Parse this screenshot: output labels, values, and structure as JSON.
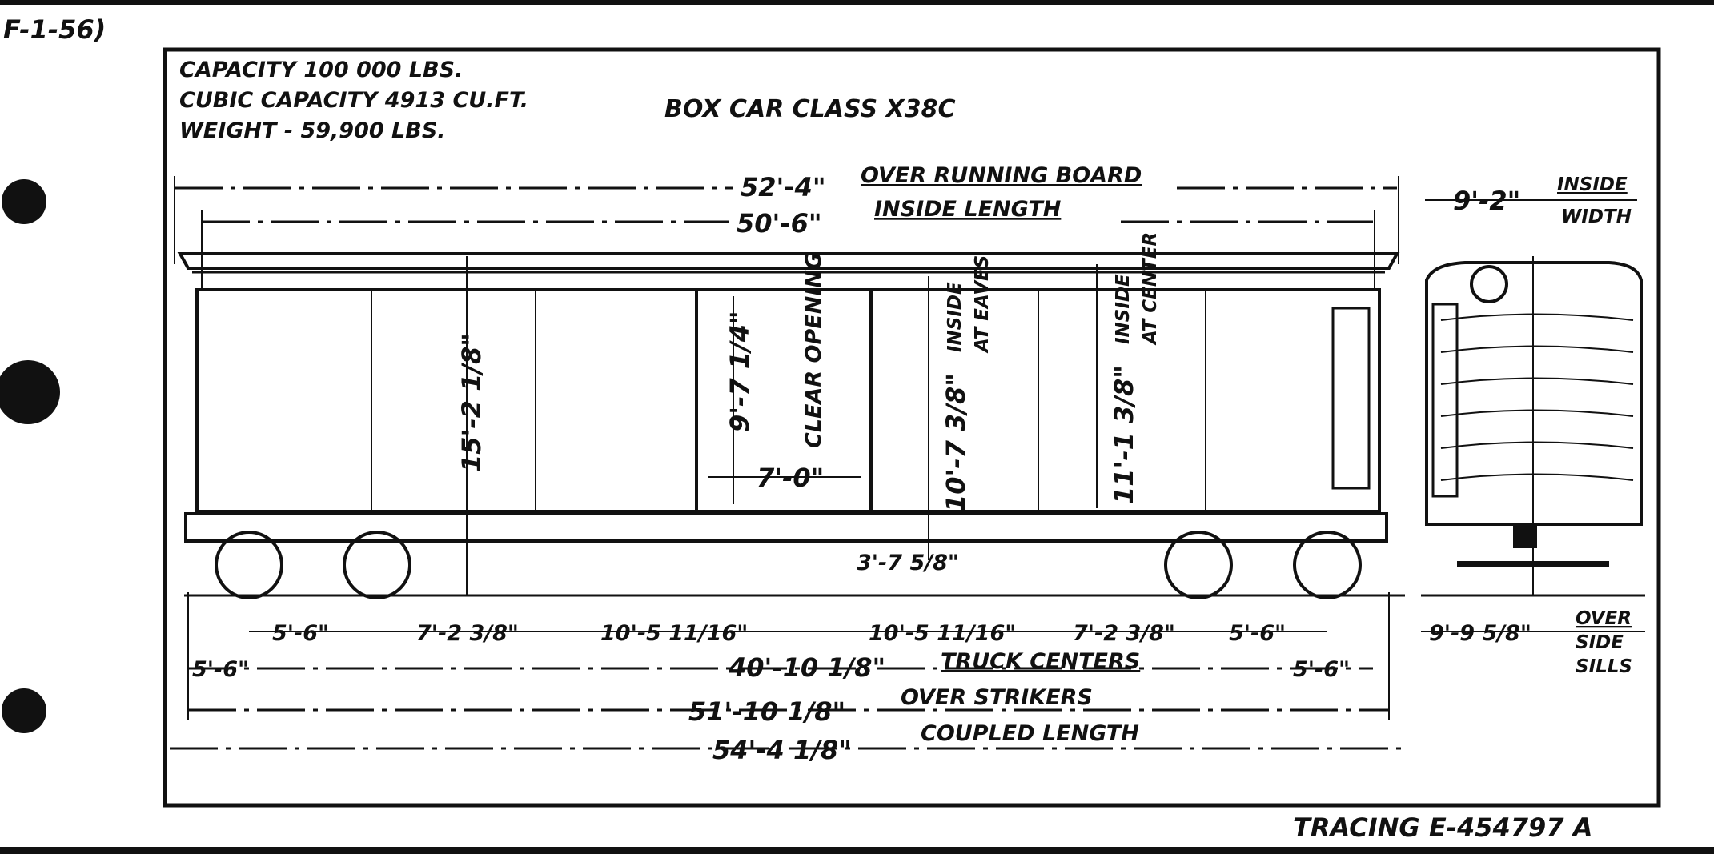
{
  "sheet_ref": "F-1-56)",
  "specs": {
    "capacity": "CAPACITY 100 000 LBS.",
    "cubic_capacity": "CUBIC CAPACITY 4913 CU.FT.",
    "weight": "WEIGHT - 59,900 LBS."
  },
  "title": "BOX CAR CLASS X38C",
  "side_view": {
    "over_running_board": {
      "value": "52'-4\"",
      "label": "OVER RUNNING BOARD"
    },
    "inside_length": {
      "value": "50'-6\"",
      "label": "INSIDE LENGTH"
    },
    "rail_to_roof": "15'-2 1/8\"",
    "door_height": "9'-7 1/4\"",
    "clear_opening": "CLEAR OPENING",
    "door_width": "7'-0\"",
    "inside_eaves": {
      "value": "10'-7 3/8\"",
      "label1": "INSIDE",
      "label2": "AT EAVES"
    },
    "inside_center": {
      "value": "11'-1 3/8\"",
      "label1": "INSIDE",
      "label2": "AT CENTER"
    },
    "floor_height": "3'-7 5/8\""
  },
  "segments": [
    "5'-6\"",
    "7'-2 3/8\"",
    "10'-5 11/16\"",
    "10'-5 11/16\"",
    "7'-2 3/8\"",
    "5'-6\""
  ],
  "truck_centers": {
    "left_overhang": "5'-6\"",
    "value": "40'-10 1/8\"",
    "label": "TRUCK CENTERS",
    "right_overhang": "5'-6\""
  },
  "over_strikers": {
    "value": "51'-10 1/8\"",
    "label": "OVER STRIKERS"
  },
  "coupled_length": {
    "value": "54'-4 1/8\"",
    "label": "COUPLED LENGTH"
  },
  "end_view": {
    "inside_width": {
      "value": "9'-2\"",
      "label1": "INSIDE",
      "label2": "WIDTH"
    },
    "over_side_sills": {
      "value": "9'-9 5/8\"",
      "label1": "OVER",
      "label2": "SIDE",
      "label3": "SILLS"
    }
  },
  "tracing": "TRACING  E-454797  A"
}
